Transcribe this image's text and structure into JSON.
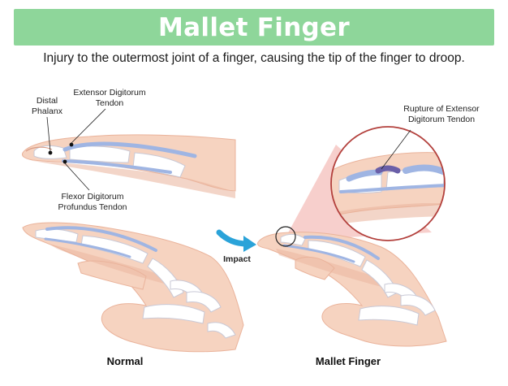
{
  "title": "Mallet Finger",
  "subtitle": "Injury to the outermost joint of a finger, causing the tip of the finger to droop.",
  "labels": {
    "distal_phalanx": [
      "Distal",
      "Phalanx"
    ],
    "extensor_tendon": [
      "Extensor Digitorum",
      "Tendon"
    ],
    "flexor_tendon": [
      "Flexor Digitorum",
      "Profundus Tendon"
    ],
    "rupture": [
      "Rupture of Extensor",
      "Digitorum Tendon"
    ],
    "impact": "Impact"
  },
  "captions": {
    "normal": "Normal",
    "mallet": "Mallet Finger"
  },
  "colors": {
    "banner": "#8ed69a",
    "skin": "#f6d3c0",
    "skin_shadow": "#eab39b",
    "bone": "#ffffff",
    "bone_outline": "#c9c9d6",
    "tendon": "#9fb5e3",
    "tendon_outline": "#5e78c2",
    "rupture": "#6a5fa8",
    "arrow": "#2aa3d9",
    "magnifier_outline": "#b3413d",
    "magnifier_cone": "#f0a8a2"
  },
  "icons": {
    "impact_arrow": "curved-arrow-icon",
    "magnifier": "magnifier-circle-icon"
  }
}
